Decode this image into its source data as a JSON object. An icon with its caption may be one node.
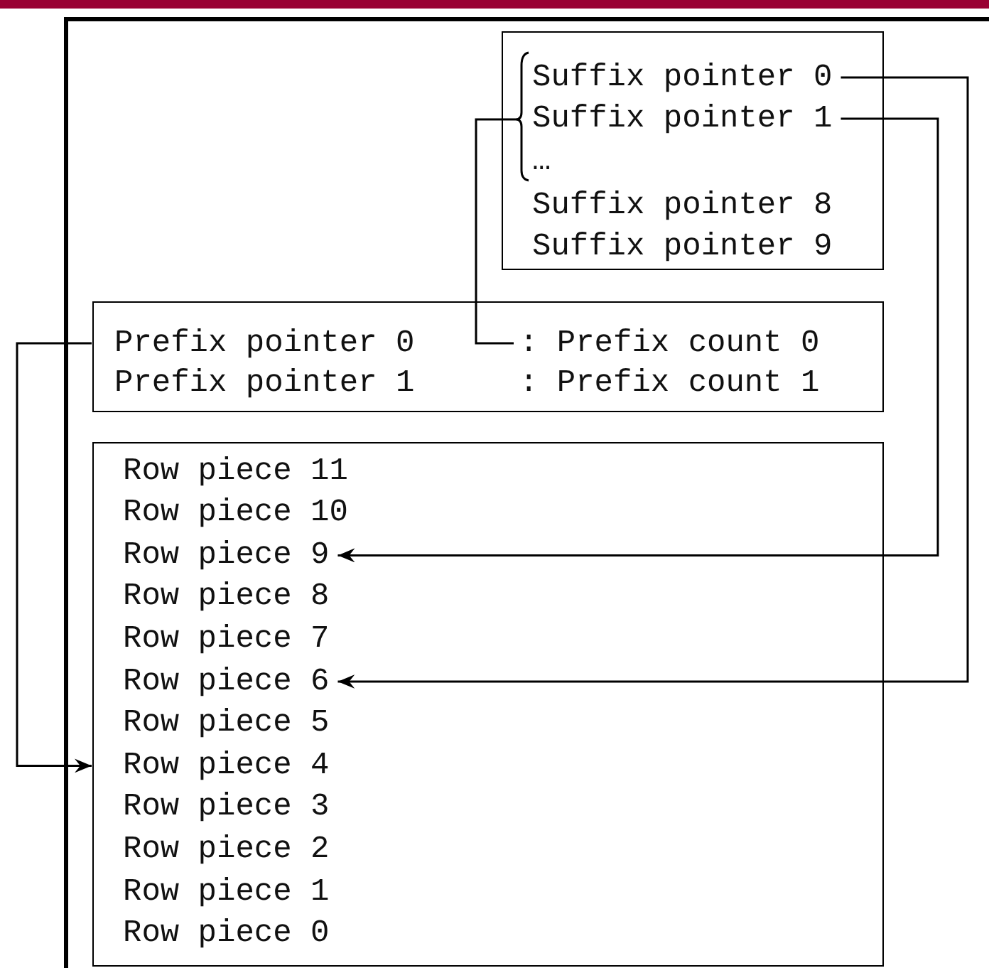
{
  "diagram": {
    "nodes": [
      {
        "text": [],
        "shape": "box"
      },
      {
        "text": [
          "Suffix pointer 0"
        ],
        "in": 0
      },
      {
        "text": [
          "Suffix pointer 1"
        ],
        "in": 0
      },
      {
        "text": [
          "…"
        ],
        "in": 0
      },
      {
        "text": [
          "Suffix pointer 8"
        ],
        "in": 0
      },
      {
        "text": [
          "Suffix pointer 9"
        ],
        "in": 0
      },
      {
        "text": [],
        "shape": "box"
      },
      {
        "text": [
          "Prefix pointer 0"
        ],
        "in": 6
      },
      {
        "text": [
          ": Prefix count 0"
        ],
        "in": 6
      },
      {
        "text": [
          "Prefix pointer 1"
        ],
        "in": 6
      },
      {
        "text": [
          ": Prefix count 1"
        ],
        "in": 6
      },
      {
        "text": [],
        "shape": "box"
      },
      {
        "text": [
          "Row piece 11"
        ],
        "in": 11
      },
      {
        "text": [
          "Row piece 10"
        ],
        "in": 11
      },
      {
        "text": [
          "Row piece 9"
        ],
        "in": 11
      },
      {
        "text": [
          "Row piece 8"
        ],
        "in": 11
      },
      {
        "text": [
          "Row piece 7"
        ],
        "in": 11
      },
      {
        "text": [
          "Row piece 6"
        ],
        "in": 11
      },
      {
        "text": [
          "Row piece 5"
        ],
        "in": 11
      },
      {
        "text": [
          "Row piece 4"
        ],
        "in": 11
      },
      {
        "text": [
          "Row piece 3"
        ],
        "in": 11
      },
      {
        "text": [
          "Row piece 2"
        ],
        "in": 11
      },
      {
        "text": [
          "Row piece 1"
        ],
        "in": 11
      },
      {
        "text": [
          "Row piece 0"
        ],
        "in": 11
      }
    ],
    "edges": [
      {
        "from": 1,
        "to": 17,
        "arrow": "to"
      },
      {
        "from": 2,
        "to": 14,
        "arrow": "to"
      },
      {
        "from": 0,
        "to": 8,
        "arrow": "none"
      },
      {
        "from": 7,
        "to": 19,
        "arrow": "to"
      }
    ]
  }
}
